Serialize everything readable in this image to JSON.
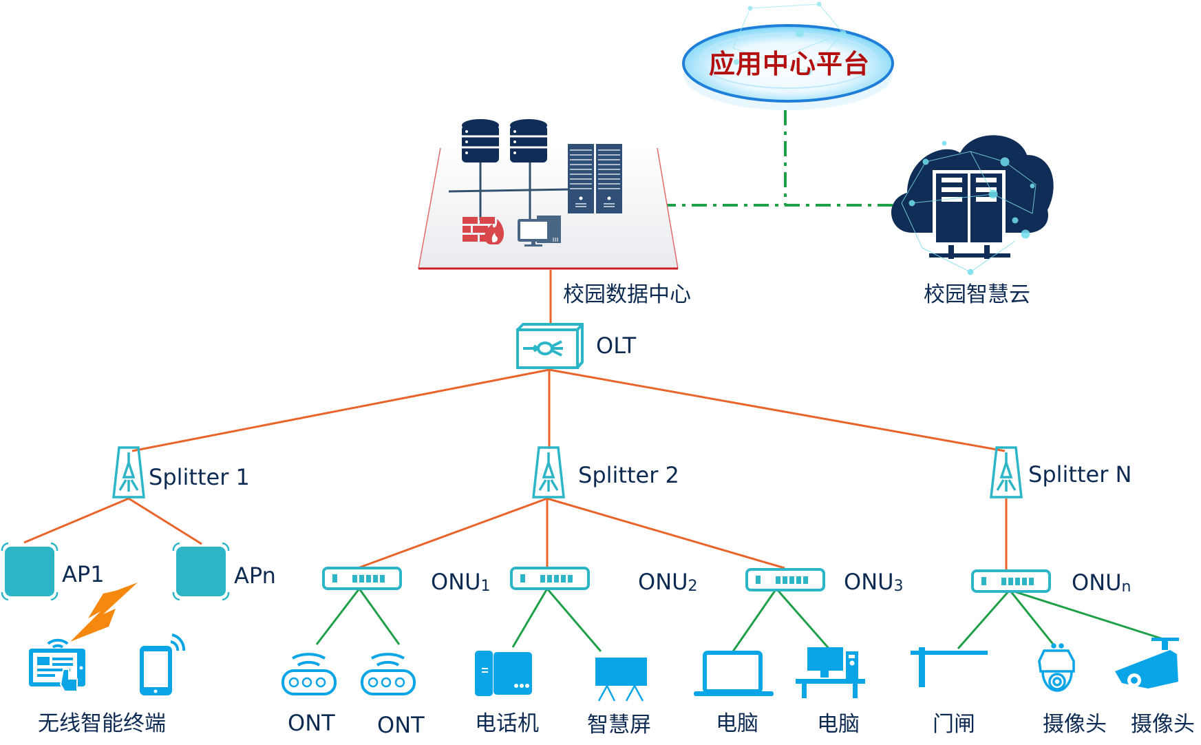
{
  "title": "校园网络拓扑",
  "colors": {
    "fiber_line": "#e8642a",
    "copper_line": "#1fa048",
    "cloud_link": "#1fa048",
    "device_teal": "#2bb5c6",
    "device_blue": "#0aa5e6",
    "navy": "#0f2d56",
    "firewall_red": "#d8474a",
    "platform_text": "#b30f0f",
    "label_text": "#0d2a52",
    "wireless_bolt": "#f5890f"
  },
  "top": {
    "platform_label": "应用中心平台",
    "datacenter_label": "校园数据中心",
    "cloud_label": "校园智慧云",
    "datacenter_icons": [
      "database-icon",
      "database-icon",
      "server-rack-icon",
      "firewall-icon",
      "desktop-computer-icon"
    ]
  },
  "olt": {
    "label": "OLT"
  },
  "splitters": [
    {
      "label": "Splitter 1"
    },
    {
      "label": "Splitter 2"
    },
    {
      "label": "Splitter N"
    }
  ],
  "access_points": [
    {
      "label": "AP1"
    },
    {
      "label": "APn"
    }
  ],
  "onus": [
    {
      "label": "ONU",
      "sub": "1"
    },
    {
      "label": "ONU",
      "sub": "2"
    },
    {
      "label": "ONU",
      "sub": "3"
    },
    {
      "label": "ONU",
      "sub": "n"
    }
  ],
  "endpoints": {
    "wireless_terminals": "无线智能终端",
    "ont_1": "ONT",
    "ont_2": "ONT",
    "phone": "电话机",
    "smart_screen": "智慧屏",
    "laptop": "电脑",
    "desktop": "电脑",
    "gate": "门闸",
    "dome_camera": "摄像头",
    "bullet_camera": "摄像头"
  }
}
